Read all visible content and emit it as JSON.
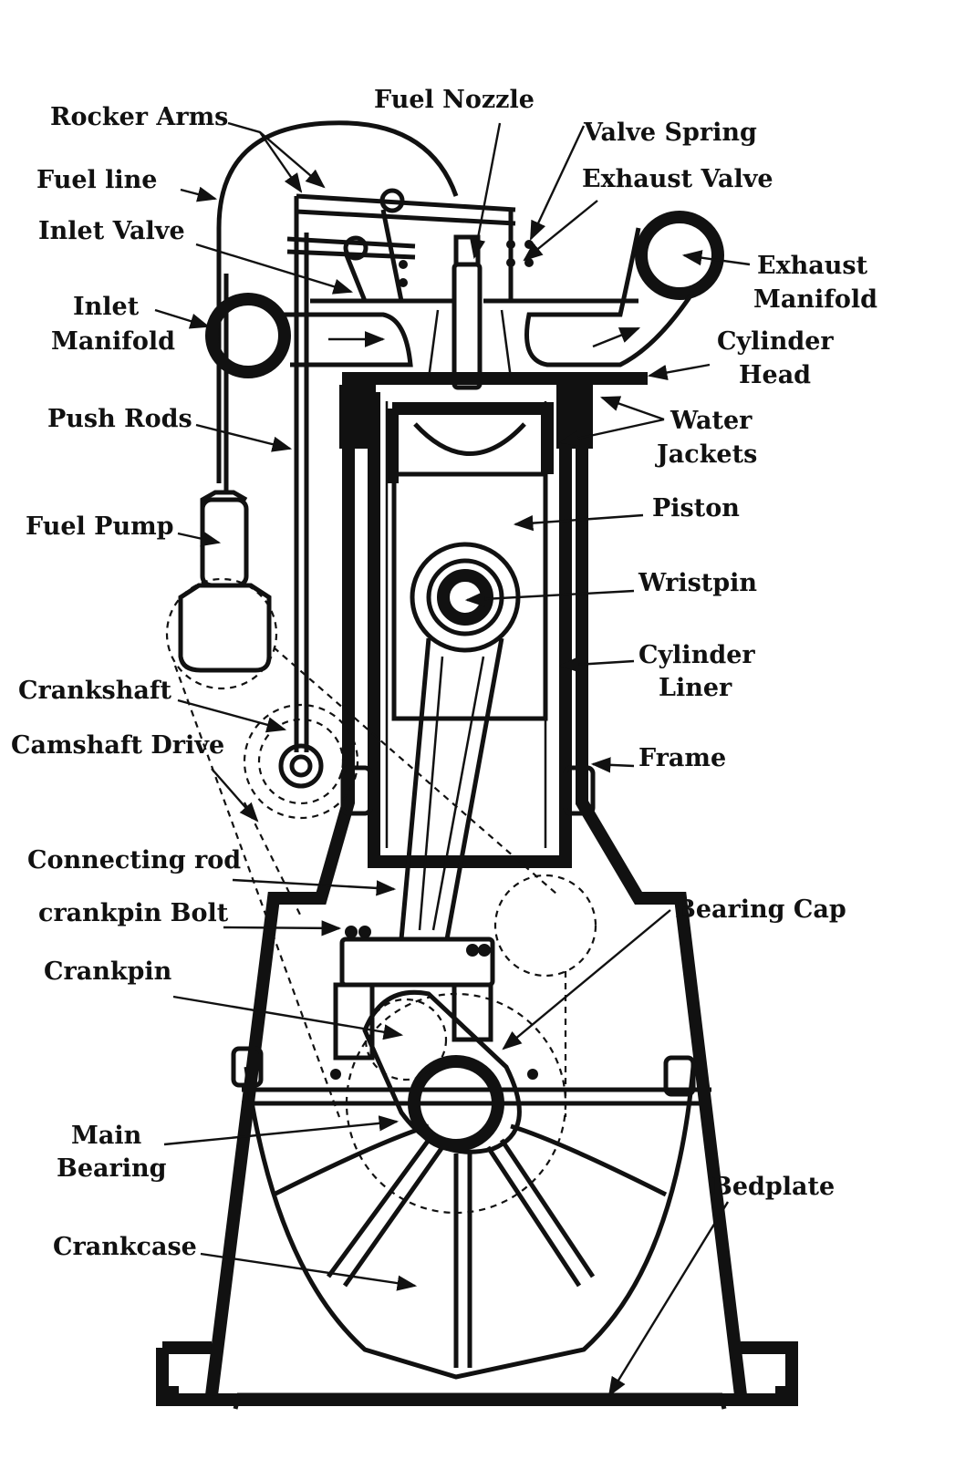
{
  "diagram": {
    "labels": {
      "rocker_arms": "Rocker Arms",
      "fuel_line": "Fuel line",
      "inlet_valve": "Inlet Valve",
      "inlet_manifold": [
        "Inlet",
        "Manifold"
      ],
      "push_rods": "Push Rods",
      "fuel_pump": "Fuel Pump",
      "crankshaft": "Crankshaft",
      "camshaft_drive": "Camshaft Drive",
      "connecting_rod": "Connecting rod",
      "crankpin_bolt": "crankpin Bolt",
      "crankpin": "Crankpin",
      "main_bearing": [
        "Main",
        "Bearing"
      ],
      "crankcase": "Crankcase",
      "fuel_nozzle": "Fuel Nozzle",
      "valve_spring": "Valve Spring",
      "exhaust_valve": "Exhaust Valve",
      "exhaust_manifold": [
        "Exhaust",
        "Manifold"
      ],
      "cylinder_head": [
        "Cylinder",
        "Head"
      ],
      "water_jackets": [
        "Water",
        "Jackets"
      ],
      "piston": "Piston",
      "wristpin": "Wristpin",
      "cylinder_liner": [
        "Cylinder",
        "Liner"
      ],
      "frame": "Frame",
      "bearing_cap": "Bearing Cap",
      "bedplate": "Bedplate"
    },
    "colors": {
      "ink": "#111111",
      "paper": "#ffffff"
    }
  }
}
